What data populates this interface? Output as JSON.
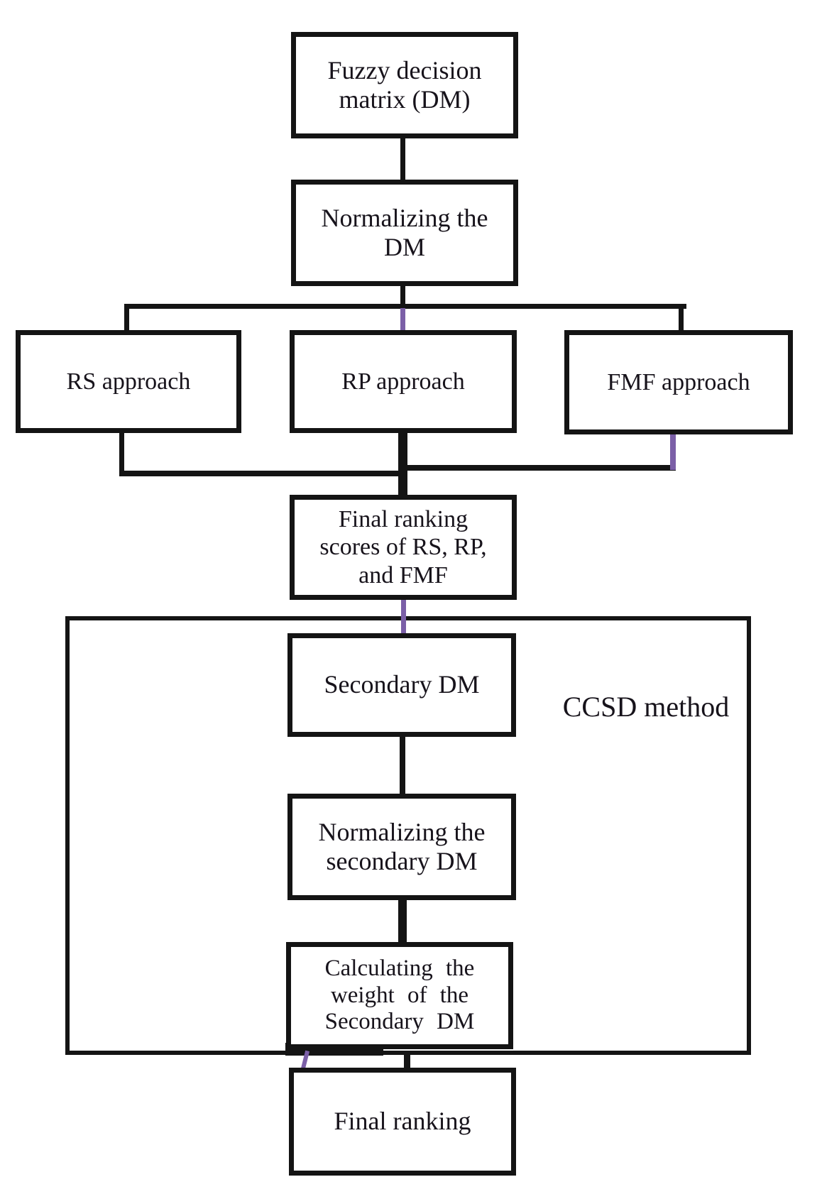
{
  "colors": {
    "line_black": "#141414",
    "accent_purple": "#7b5fa7",
    "text": "#17131b",
    "background": "#ffffff"
  },
  "nodes": [
    {
      "id": "fuzzy-dm",
      "label": "Fuzzy decision\nmatrix (DM)"
    },
    {
      "id": "normalizing-dm",
      "label": "Normalizing the\nDM"
    },
    {
      "id": "rs-approach",
      "label": "RS approach"
    },
    {
      "id": "rp-approach",
      "label": "RP approach"
    },
    {
      "id": "fmf-approach",
      "label": "FMF approach"
    },
    {
      "id": "final-scores",
      "label": "Final ranking\nscores of RS, RP,\nand FMF"
    },
    {
      "id": "secondary-dm",
      "label": "Secondary DM"
    },
    {
      "id": "normalizing-secondary",
      "label": "Normalizing the\nsecondary DM"
    },
    {
      "id": "calculating-weight",
      "label": "Calculating the\nweight of the\nSecondary DM"
    },
    {
      "id": "final-ranking",
      "label": "Final ranking"
    }
  ],
  "container": {
    "label": "CCSD method"
  }
}
